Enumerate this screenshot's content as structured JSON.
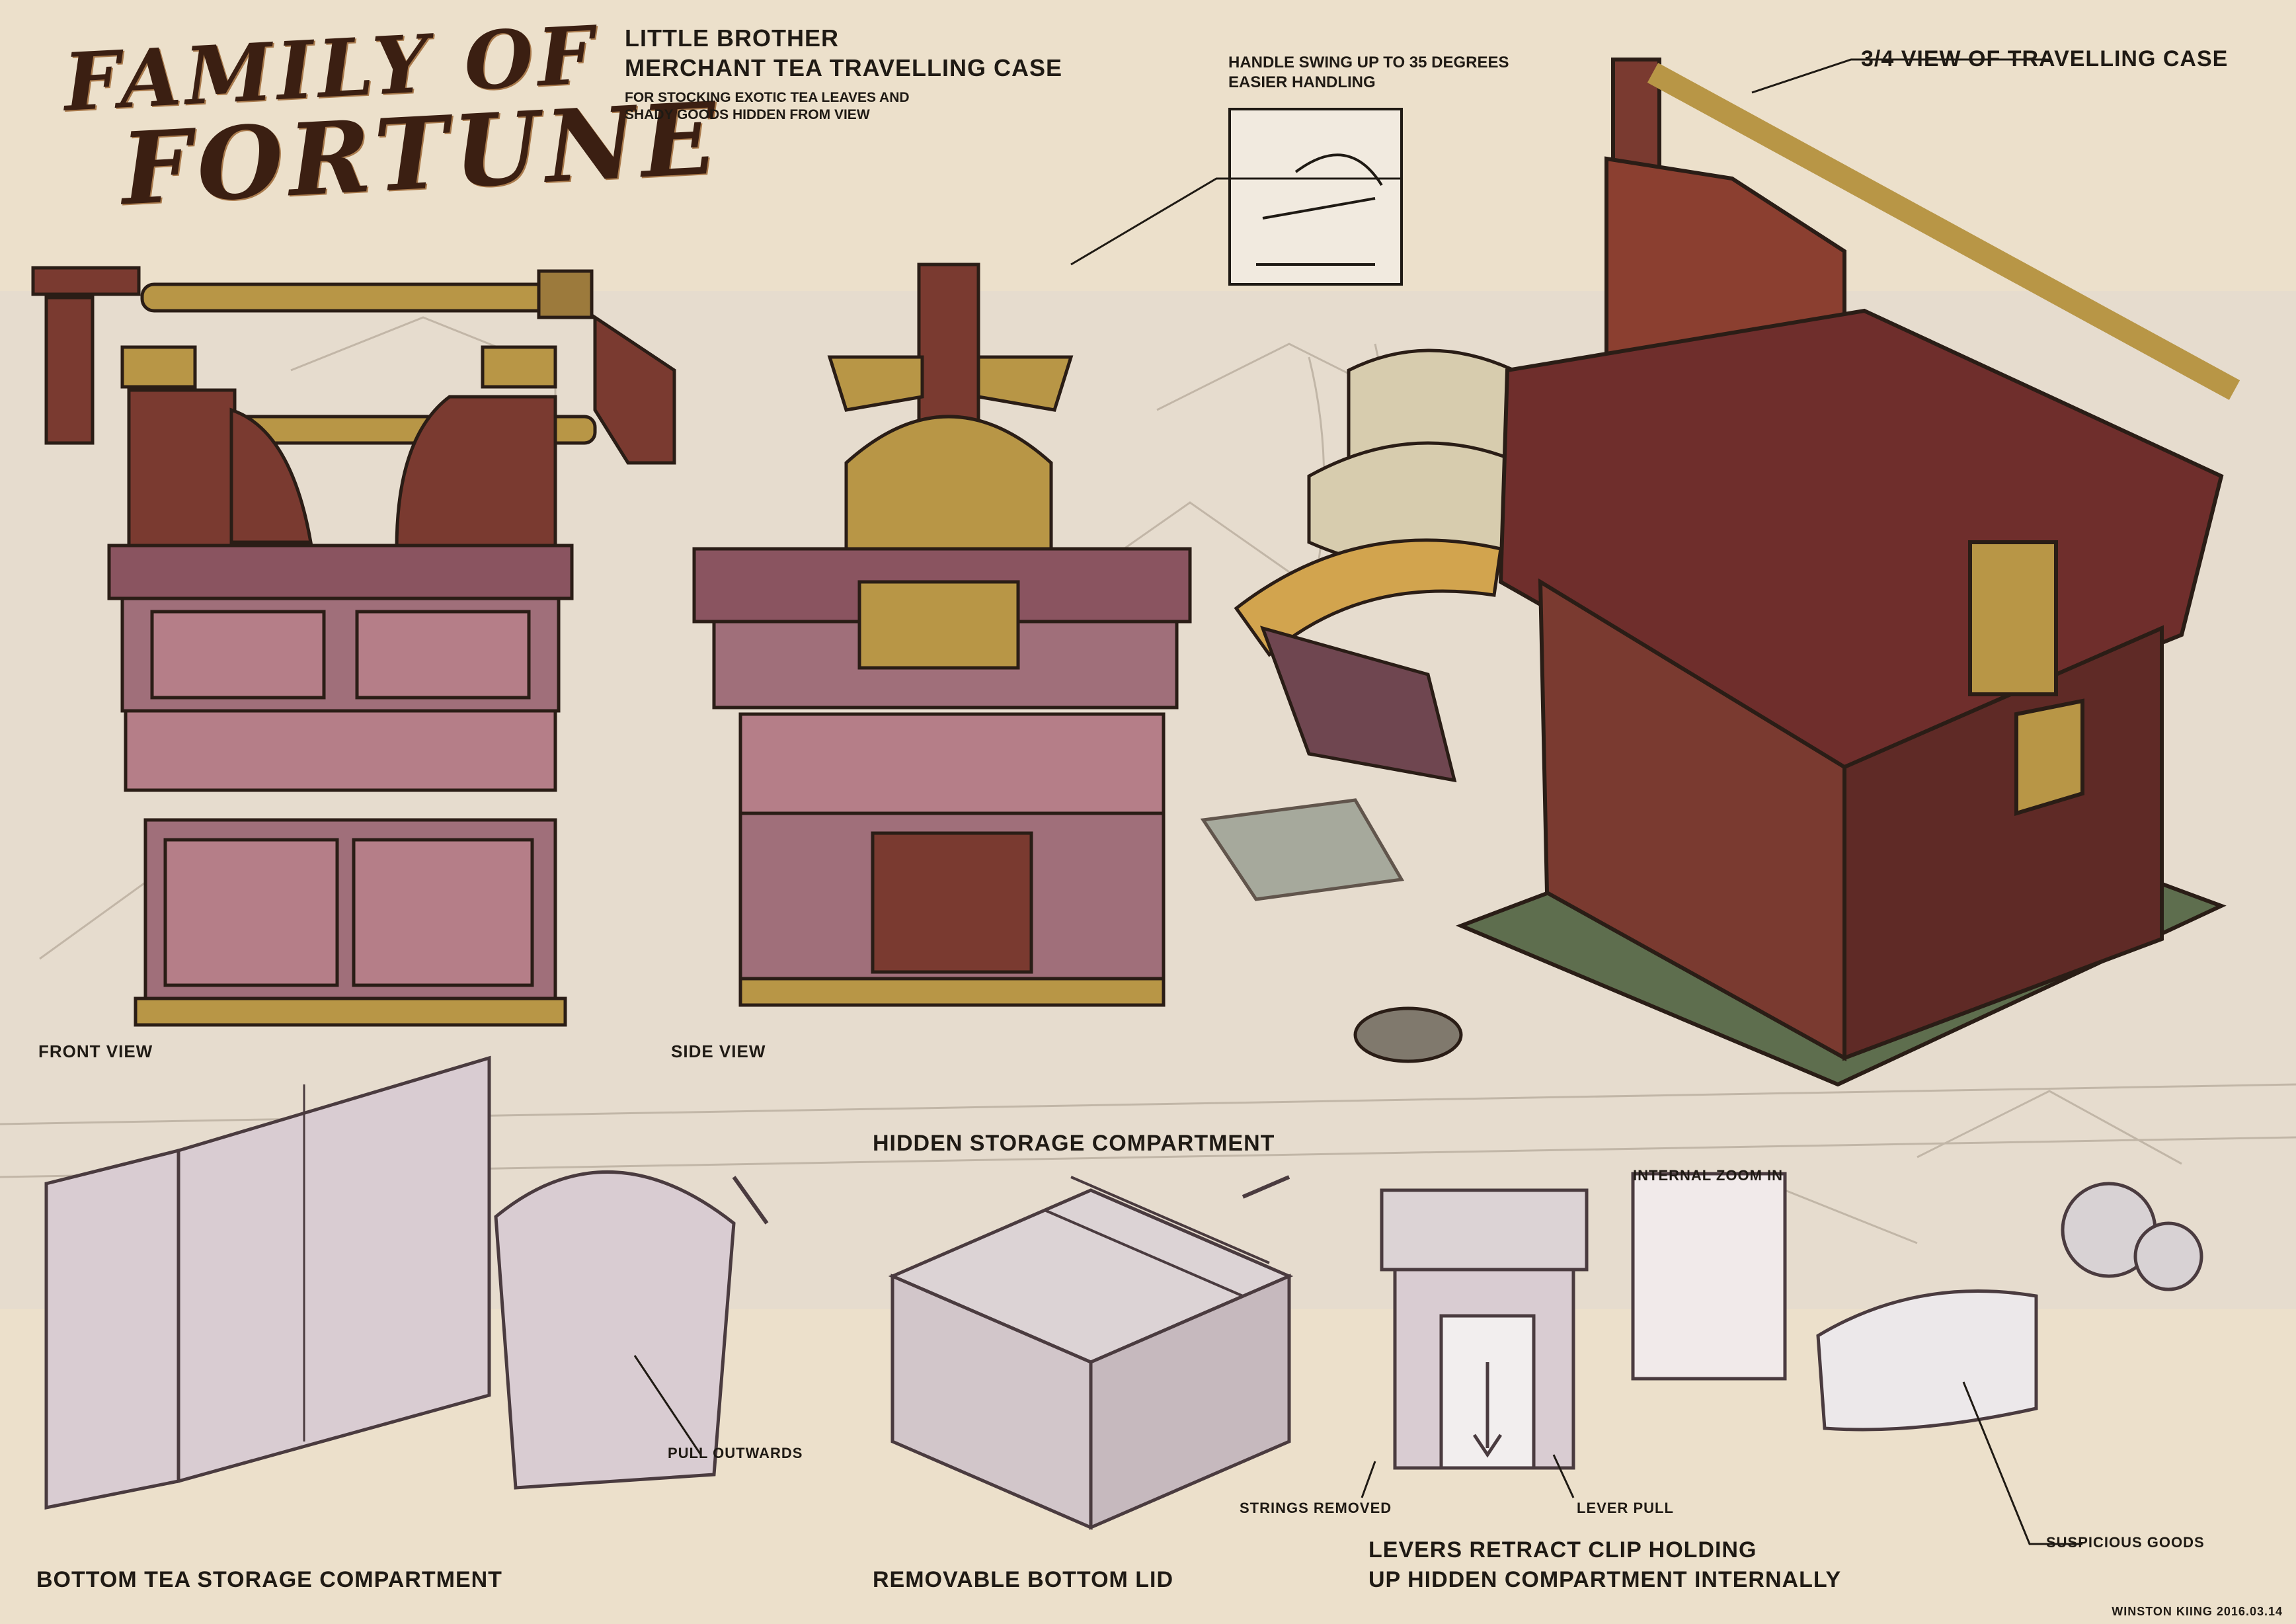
{
  "title": {
    "line1": "FAMILY OF",
    "line2": "FORTUNE"
  },
  "header": {
    "line1": "LITTLE BROTHER",
    "line2": "MERCHANT TEA TRAVELLING CASE",
    "sub1": "FOR STOCKING EXOTIC TEA LEAVES AND",
    "sub2": "SHADY GOODS HIDDEN FROM VIEW"
  },
  "handle_note": {
    "line1": "HANDLE SWING UP TO 35 DEGREES",
    "line2": "EASIER HANDLING"
  },
  "labels": {
    "three_quarter": "3/4 VIEW OF TRAVELLING CASE",
    "front_view": "FRONT VIEW",
    "side_view": "SIDE VIEW",
    "hidden_storage": "HIDDEN STORAGE COMPARTMENT",
    "internal_zoom": "INTERNAL ZOOM IN",
    "pull_outwards": "PULL OUTWARDS",
    "strings_removed": "STRINGS REMOVED",
    "lever_pull": "LEVER PULL",
    "suspicious_goods": "SUSPICIOUS GOODS",
    "bottom_storage": "BOTTOM TEA STORAGE COMPARTMENT",
    "removable_lid": "REMOVABLE BOTTOM LID",
    "levers_line1": "LEVERS RETRACT CLIP HOLDING",
    "levers_line2": "UP HIDDEN COMPARTMENT INTERNALLY"
  },
  "signature": "WINSTON KIING 2016.03.14",
  "colors": {
    "paper": "#ece0cb",
    "wood_red": "#7a3a30",
    "wood_mauve": "#9c6a70",
    "brass": "#b89646",
    "sketch_pale": "#d9ccd2",
    "ink": "#1f1a14"
  }
}
